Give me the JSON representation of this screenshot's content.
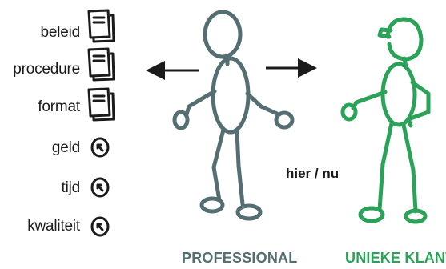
{
  "items": [
    {
      "label": "beleid",
      "icon": "document-icon"
    },
    {
      "label": "procedure",
      "icon": "document-icon"
    },
    {
      "label": "format",
      "icon": "document-icon"
    },
    {
      "label": "geld",
      "icon": "clock-icon"
    },
    {
      "label": "tijd",
      "icon": "clock-icon"
    },
    {
      "label": "kwaliteit",
      "icon": "clock-icon"
    }
  ],
  "center_label": "hier / nu",
  "professional": {
    "caption": "PROFESSIONAL",
    "color": "#546e72"
  },
  "client": {
    "caption": "UNIEKE KLANT",
    "color": "#2aa257"
  },
  "ink_color": "#1b1b1b"
}
